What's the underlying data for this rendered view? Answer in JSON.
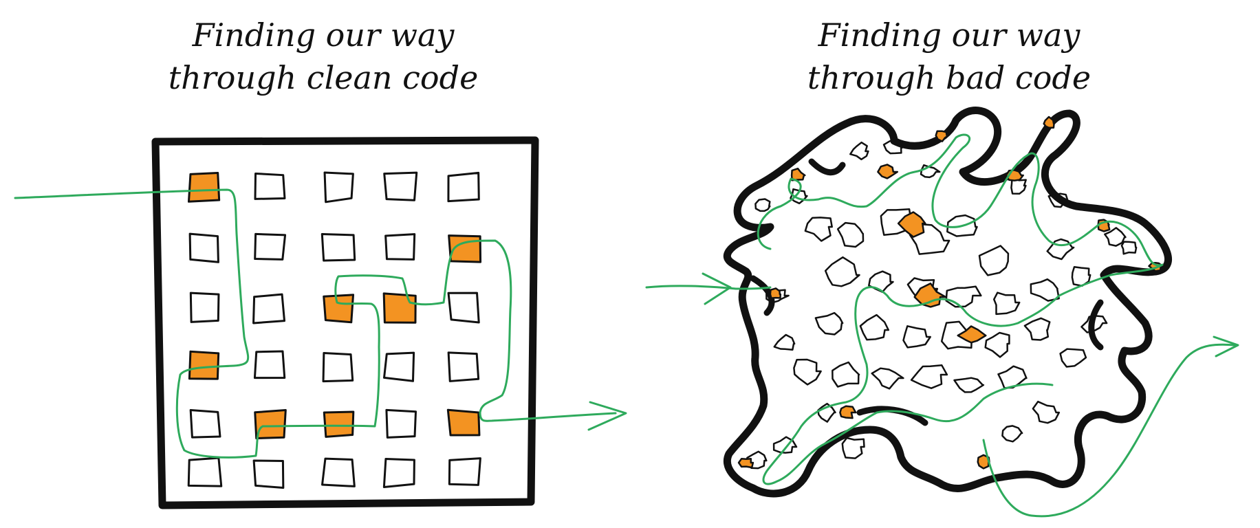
{
  "left_panel": {
    "caption_line1": "Finding our way",
    "caption_line2": "through clean code"
  },
  "right_panel": {
    "caption_line1": "Finding our way",
    "caption_line2": "through bad code"
  },
  "colors": {
    "ink": "#111111",
    "path": "#2eaa5c",
    "highlight": "#f39322"
  }
}
